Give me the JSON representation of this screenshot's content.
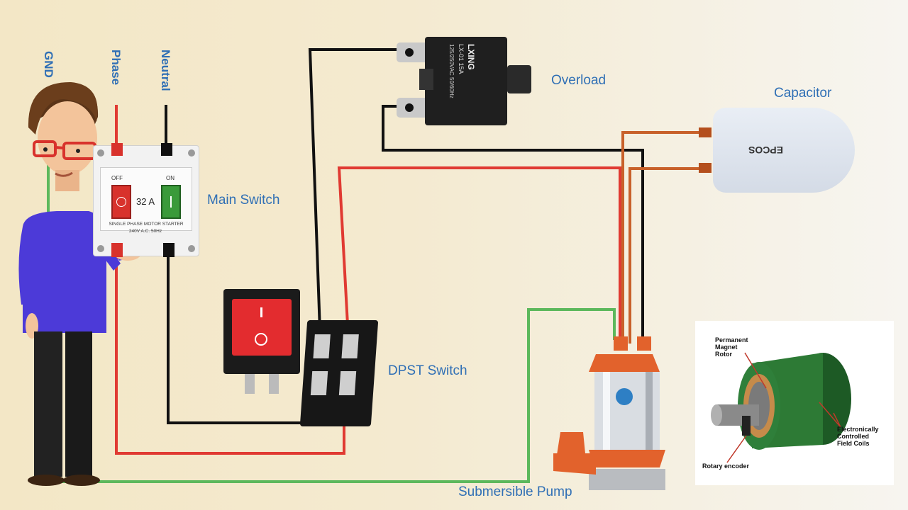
{
  "labels": {
    "gnd": "GND",
    "phase": "Phase",
    "neutral": "Neutral",
    "main_switch": "Main Switch",
    "overload": "Overload",
    "capacitor": "Capacitor",
    "dpst_switch": "DPST Switch",
    "submersible_pump": "Submersible Pump"
  },
  "main_switch_panel": {
    "off": "OFF",
    "on": "ON",
    "rating": "32 A",
    "line1": "SINGLE PHASE MOTOR STARTER",
    "line2": "240V A.C. 50Hz"
  },
  "overload_device": {
    "brand": "LXING",
    "model": "LX-01 15A",
    "spec": "125/250VAC 50/60Hz"
  },
  "capacitor_device": {
    "brand": "EPCOS"
  },
  "motor_inset": {
    "rotor": "Permanent\nMagnet\nRotor",
    "coils": "Electronically\nControlled\nField Coils",
    "encoder": "Rotary encoder"
  },
  "colors": {
    "label": "#2f6fb5",
    "phase_wire": "#e03a32",
    "neutral_wire": "#111111",
    "ground_wire": "#5cb85c",
    "capacitor_wire": "#c8612a"
  }
}
